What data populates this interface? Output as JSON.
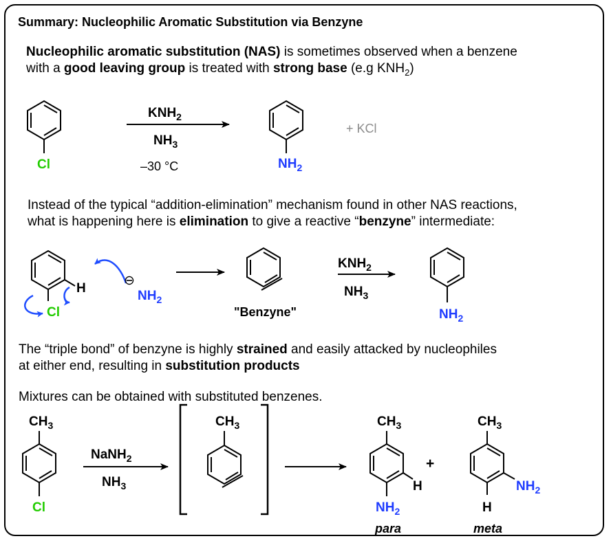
{
  "title": "Summary: Nucleophilic Aromatic Substitution via Benzyne",
  "intro": {
    "t1": "Nucleophilic aromatic substitution (NAS)",
    "t2": " is sometimes observed when a benzene",
    "t3": "with a ",
    "t4": "good leaving group",
    "t5": " is treated with ",
    "t6": "strong base",
    "t7": " (e.g KNH",
    "t7sub": "2",
    "t8": ")"
  },
  "reaction1": {
    "reagent_top": "KNH",
    "reagent_top_sub": "2",
    "reagent_mid": "NH",
    "reagent_mid_sub": "3",
    "temperature": "–30 °C",
    "leaving_group": "Cl",
    "product_group": "NH",
    "product_group_sub": "2",
    "byproduct": "+ KCl"
  },
  "mechanism_text": {
    "line1": "Instead of the typical “addition-elimination” mechanism found in other NAS reactions,",
    "l2a": "what is happening here is ",
    "l2b": "elimination",
    "l2c": " to give a reactive “",
    "l2d": "benzyne",
    "l2e": "” intermediate:"
  },
  "reaction2": {
    "hydrogen": "H",
    "leaving_group": "Cl",
    "charge": "⊖",
    "nucleophile": "NH",
    "nucleophile_sub": "2",
    "benzyne_label": "\"Benzyne\"",
    "reagent_top": "KNH",
    "reagent_top_sub": "2",
    "reagent_mid": "NH",
    "reagent_mid_sub": "3",
    "product_group": "NH",
    "product_group_sub": "2"
  },
  "strain_text": {
    "l1a": "The “triple bond” of benzyne is highly ",
    "l1b": "strained",
    "l1c": " and easily attacked by nucleophiles",
    "l2a": "at either end, resulting in ",
    "l2b": "substitution products"
  },
  "mixture_text": "Mixtures can be obtained with substituted benzenes.",
  "reaction3": {
    "methyl": "CH",
    "methyl_sub": "3",
    "leaving_group": "Cl",
    "reagent_top": "NaNH",
    "reagent_top_sub": "2",
    "reagent_mid": "NH",
    "reagent_mid_sub": "3",
    "amine": "NH",
    "amine_sub": "2",
    "hydrogen": "H",
    "plus": "+",
    "para_label": "para",
    "meta_label": "meta"
  },
  "colors": {
    "chlorine": "#22cc00",
    "nitrogen": "#1f3cff",
    "mechanism_arrow": "#1f4dff",
    "byproduct": "#8c8c8c"
  }
}
